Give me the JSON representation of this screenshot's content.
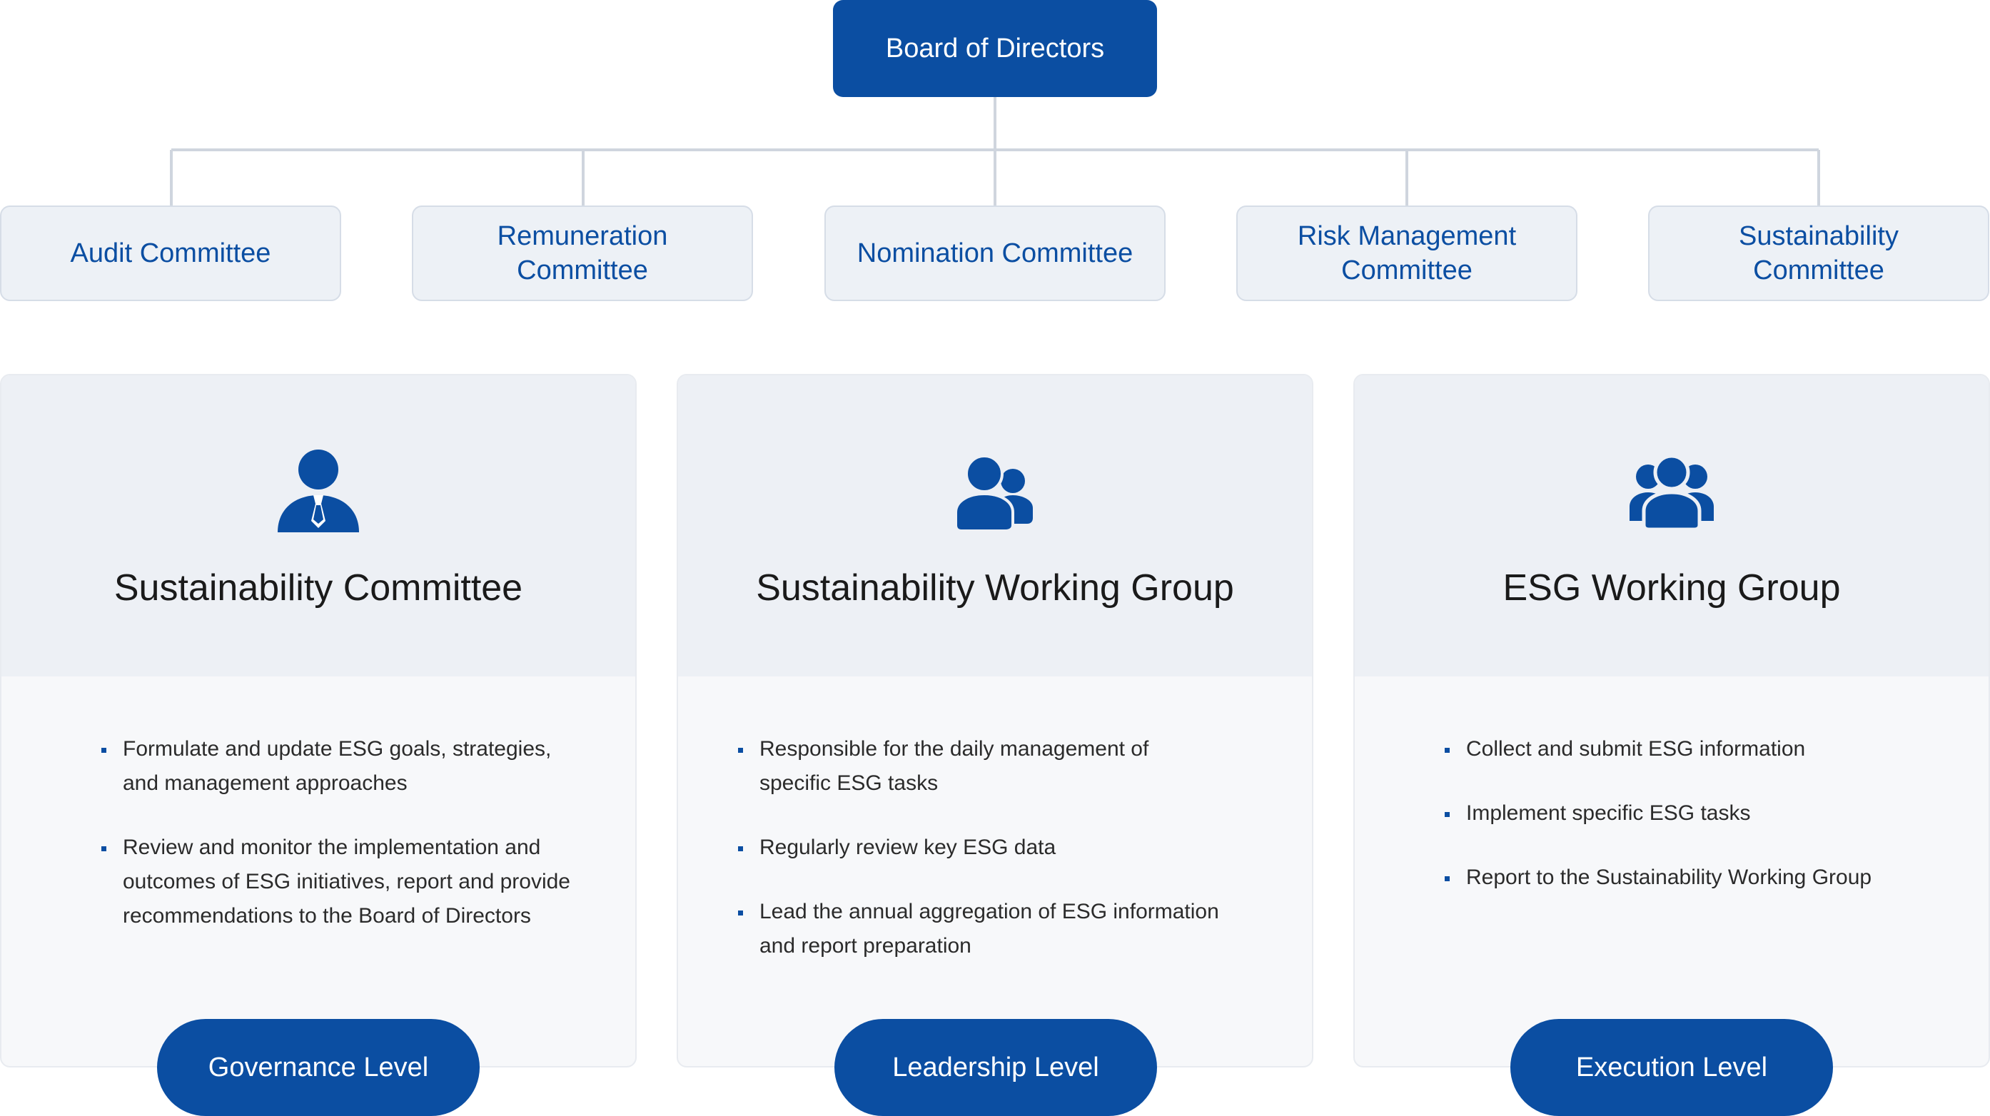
{
  "board": {
    "label": "Board of Directors"
  },
  "committees": [
    {
      "label": "Audit Committee"
    },
    {
      "label": "Remuneration Committee"
    },
    {
      "label": "Nomination Committee"
    },
    {
      "label": "Risk Management Committee"
    },
    {
      "label": "Sustainability Committee"
    }
  ],
  "panels": [
    {
      "icon": "person-with-tie-icon",
      "title": "Sustainability Committee",
      "items": [
        "Formulate and update ESG goals, strategies, and management approaches",
        "Review and monitor the implementation and outcomes of ESG initiatives, report and provide recommendations to the Board of Directors"
      ],
      "level": "Governance Level"
    },
    {
      "icon": "two-people-icon",
      "title": "Sustainability Working Group",
      "items": [
        "Responsible for the daily management of specific ESG tasks",
        "Regularly review key ESG data",
        "Lead the annual aggregation of ESG information and report preparation"
      ],
      "level": "Leadership Level"
    },
    {
      "icon": "group-of-people-icon",
      "title": "ESG Working Group",
      "items": [
        "Collect and submit ESG information",
        "Implement specific ESG tasks",
        "Report to the Sustainability Working Group"
      ],
      "level": "Execution Level"
    }
  ],
  "colors": {
    "primary": "#0b4ea2",
    "committee_bg": "#edf1f6",
    "panel_head_bg": "#edf0f5",
    "panel_body_bg": "#f7f8fa",
    "connector": "#cfd5de"
  }
}
